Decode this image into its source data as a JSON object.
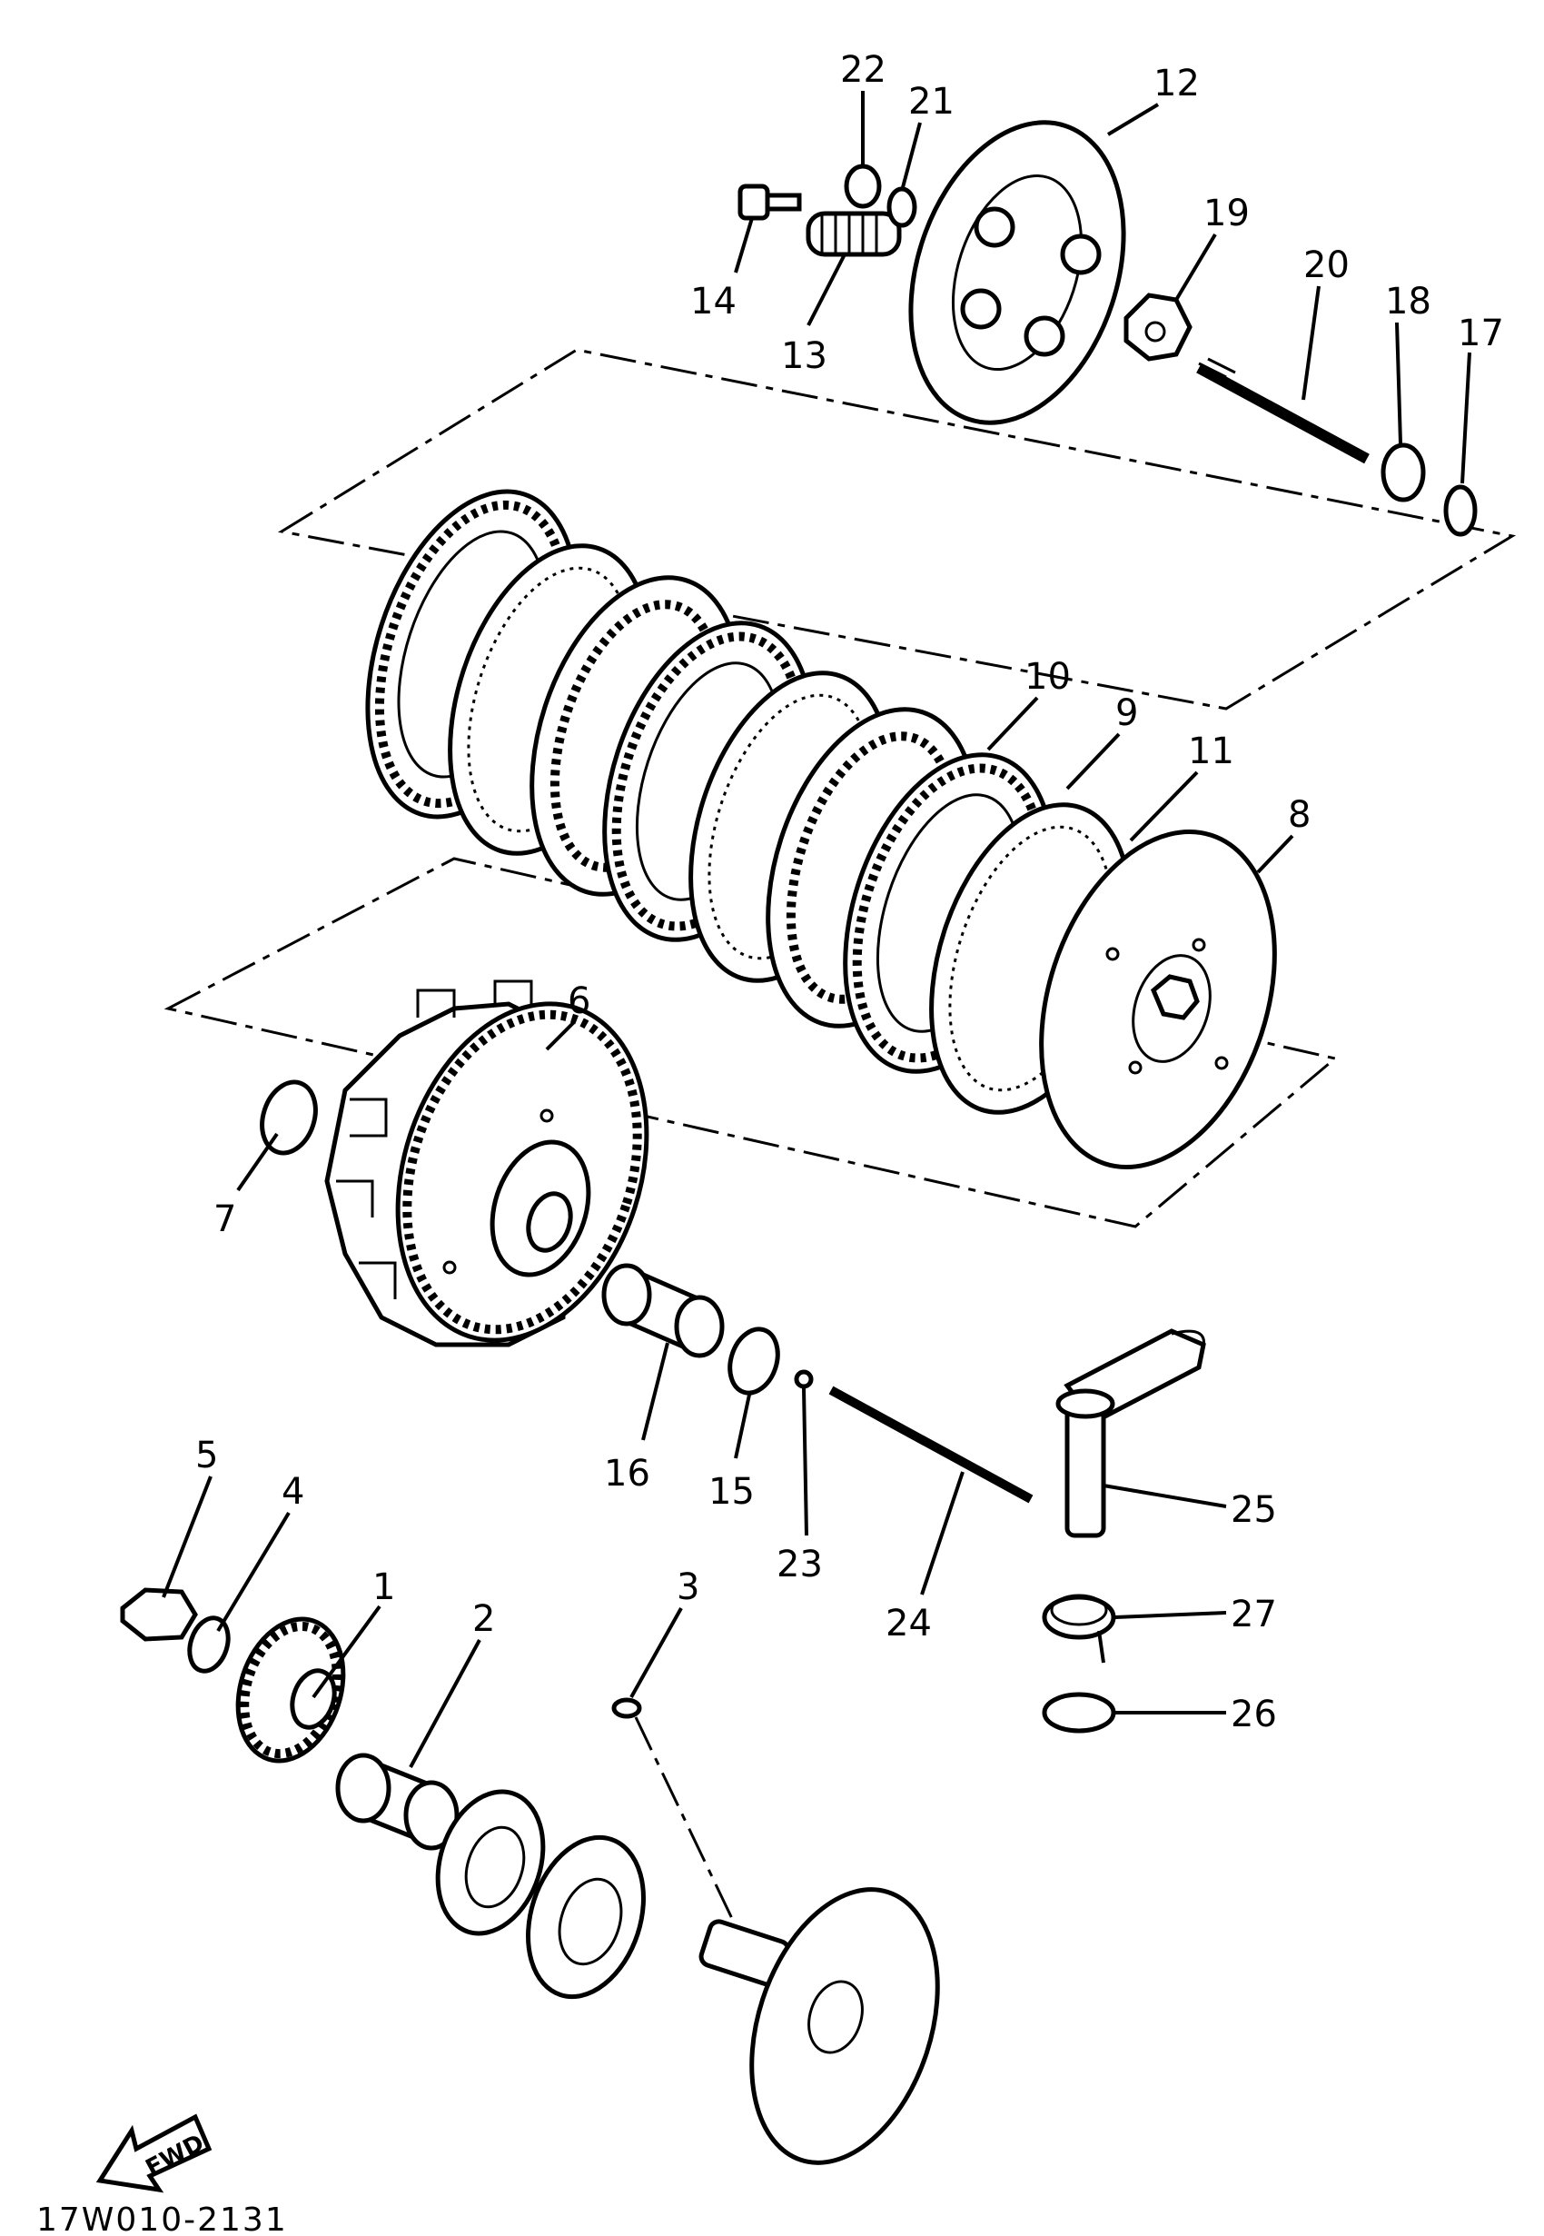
{
  "diagram": {
    "callouts": [
      {
        "id": "1",
        "label": "1"
      },
      {
        "id": "2",
        "label": "2"
      },
      {
        "id": "3",
        "label": "3"
      },
      {
        "id": "4",
        "label": "4"
      },
      {
        "id": "5",
        "label": "5"
      },
      {
        "id": "6",
        "label": "6"
      },
      {
        "id": "7",
        "label": "7"
      },
      {
        "id": "8",
        "label": "8"
      },
      {
        "id": "9",
        "label": "9"
      },
      {
        "id": "10",
        "label": "10"
      },
      {
        "id": "11",
        "label": "11"
      },
      {
        "id": "12",
        "label": "12"
      },
      {
        "id": "13",
        "label": "13"
      },
      {
        "id": "14",
        "label": "14"
      },
      {
        "id": "15",
        "label": "15"
      },
      {
        "id": "16",
        "label": "16"
      },
      {
        "id": "17",
        "label": "17"
      },
      {
        "id": "18",
        "label": "18"
      },
      {
        "id": "19",
        "label": "19"
      },
      {
        "id": "20",
        "label": "20"
      },
      {
        "id": "21",
        "label": "21"
      },
      {
        "id": "22",
        "label": "22"
      },
      {
        "id": "23",
        "label": "23"
      },
      {
        "id": "24",
        "label": "24"
      },
      {
        "id": "25",
        "label": "25"
      },
      {
        "id": "26",
        "label": "26"
      },
      {
        "id": "27",
        "label": "27"
      }
    ],
    "fwd_label": "FWD",
    "drawing_code": "17W010-2131"
  }
}
